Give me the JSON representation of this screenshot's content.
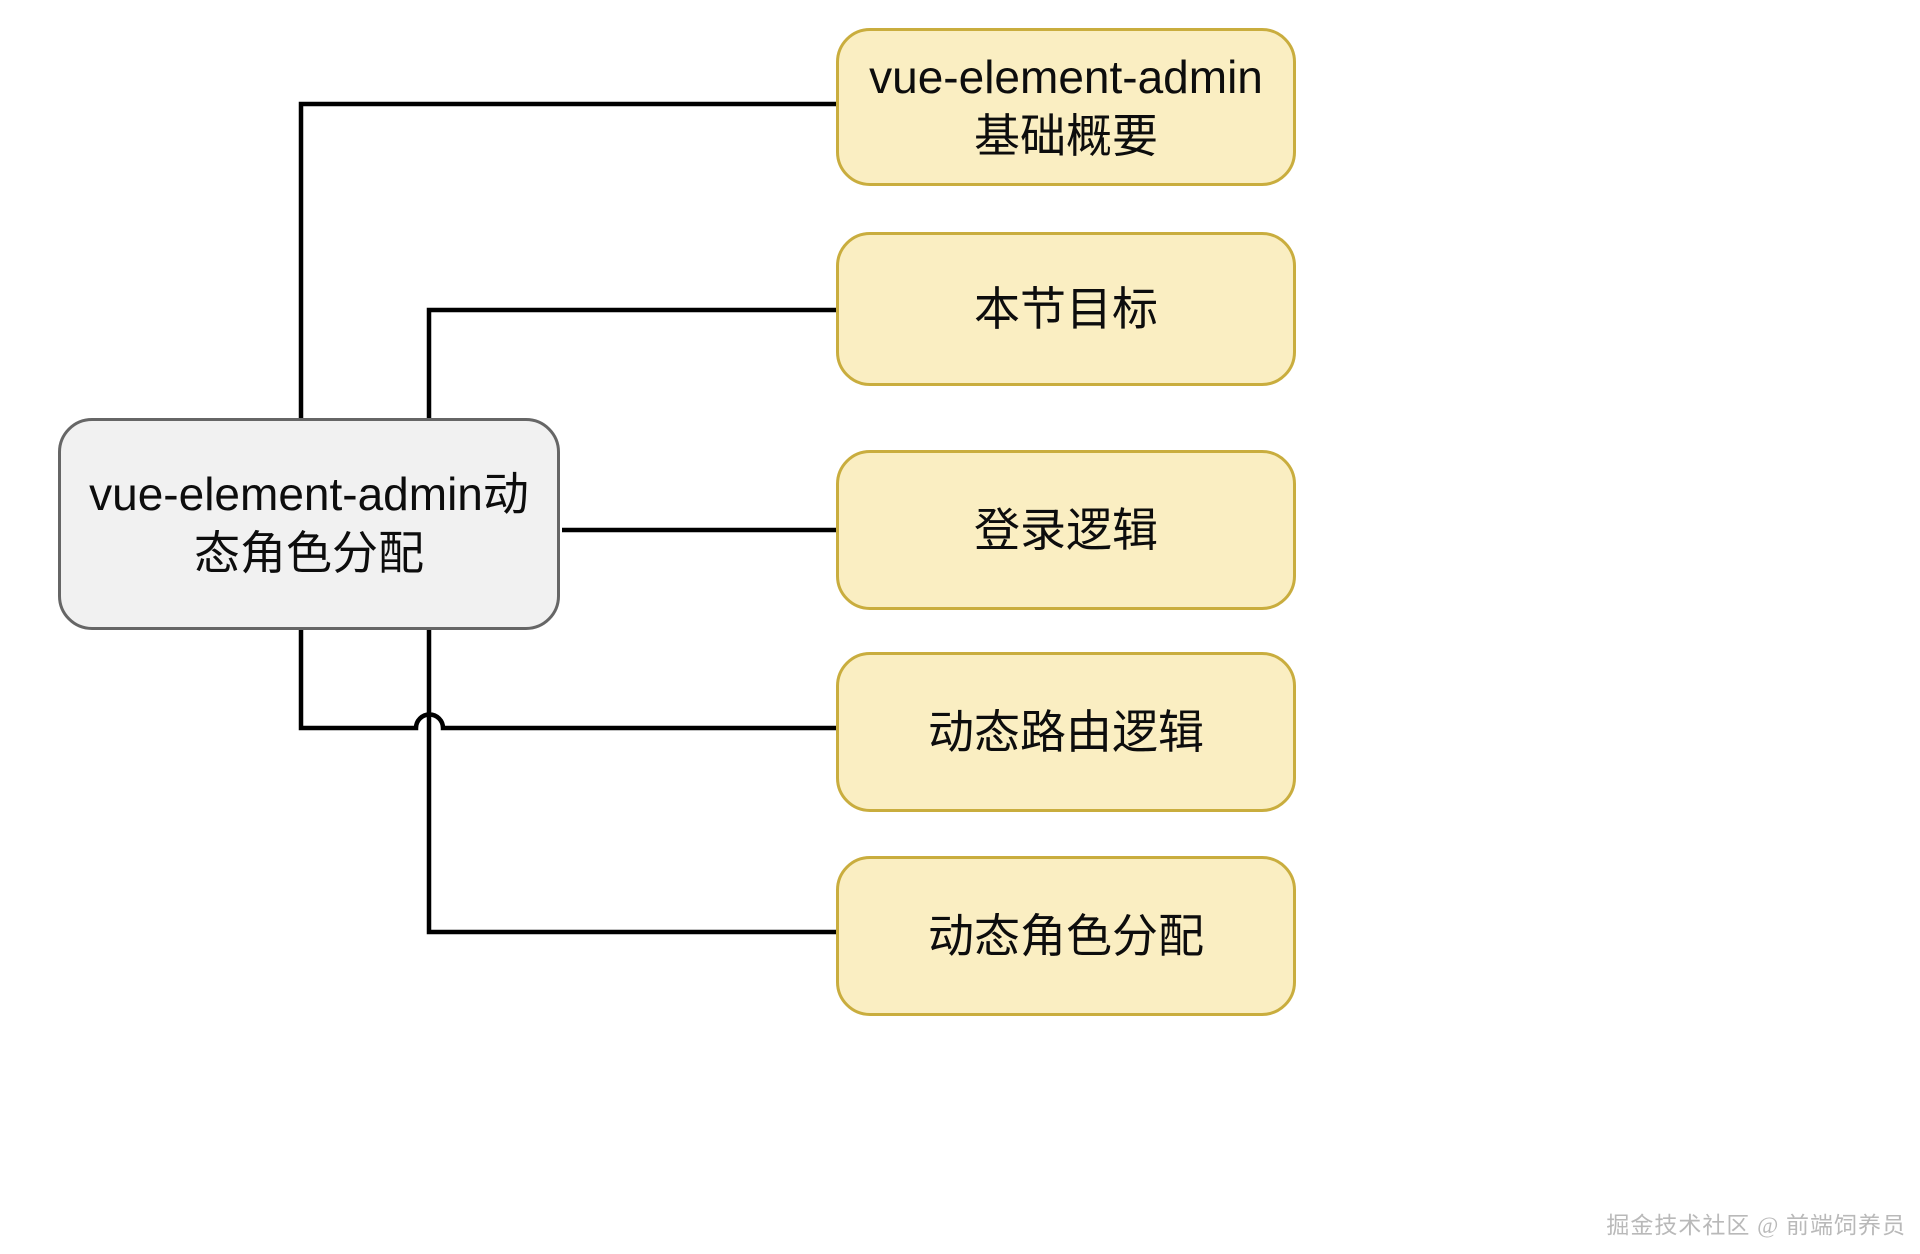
{
  "diagram": {
    "type": "mindmap-flowchart",
    "background_color": "#ffffff",
    "root": {
      "label": "vue-element-admin动态角色分配",
      "fill_color": "#f1f1f1",
      "border_color": "#666666"
    },
    "branch_fill_color": "#faeec2",
    "branch_border_color": "#c9ad3e",
    "edge_color": "#000000",
    "branches": [
      {
        "label": "vue-element-admin基础概要"
      },
      {
        "label": "本节目标"
      },
      {
        "label": "登录逻辑"
      },
      {
        "label": "动态路由逻辑"
      },
      {
        "label": "动态角色分配"
      }
    ]
  },
  "watermark": {
    "text": "掘金技术社区 @ 前端饲养员",
    "color": "#b9b9b9"
  }
}
